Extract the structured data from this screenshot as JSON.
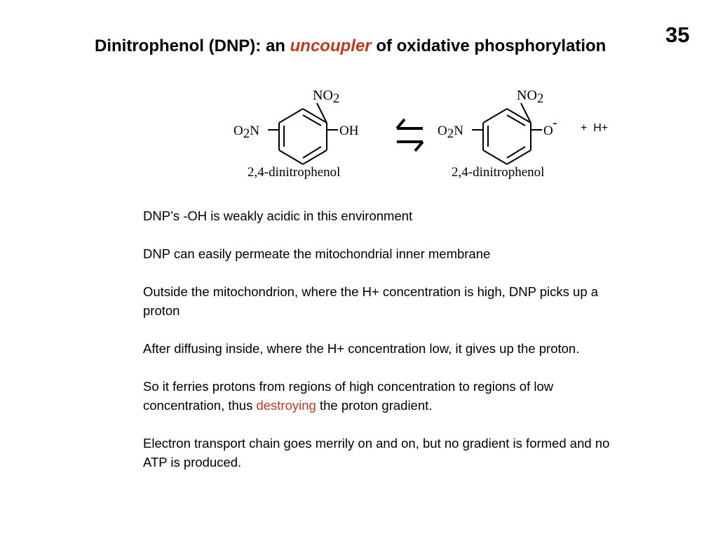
{
  "slide": {
    "number": "35",
    "title": {
      "before": "Dinitrophenol (DNP): an ",
      "emphasis": "uncoupler",
      "after": " of oxidative phosphorylation"
    }
  },
  "reaction": {
    "left": {
      "top_group_main": "NO",
      "top_group_sub": "2",
      "left_group_pre": "O",
      "left_group_sub": "2",
      "left_group_post": "N",
      "right_group": "OH",
      "name": "2,4-dinitrophenol"
    },
    "right": {
      "top_group_main": "NO",
      "top_group_sub": "2",
      "left_group_pre": "O",
      "left_group_sub": "2",
      "left_group_post": "N",
      "right_group": "O",
      "charge": "-",
      "name": "2,4-dinitrophenol"
    },
    "product_extra": "+  H+"
  },
  "paragraphs": [
    {
      "text": "DNP’s -OH is weakly acidic in this environment"
    },
    {
      "text": "DNP can easily permeate the mitochondrial inner membrane"
    },
    {
      "text": "Outside the mitochondrion, where the H+ concentration is high, DNP picks up a proton"
    },
    {
      "text": "After diffusing inside, where the H+ concentration low, it gives up the proton."
    },
    {
      "before": "So it ferries protons from regions of high concentration to regions of low concentration, thus ",
      "highlight": "destroying",
      "after": " the proton gradient."
    },
    {
      "text": "Electron transport chain goes merrily on and on, but no gradient is formed and no ATP is produced."
    }
  ],
  "colors": {
    "accent": "#c0391b",
    "text": "#000000",
    "background": "#ffffff"
  }
}
